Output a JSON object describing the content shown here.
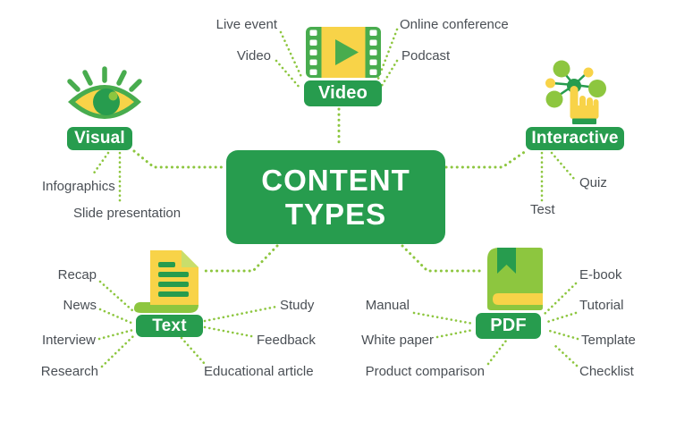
{
  "title": "CONTENT TYPES",
  "center": {
    "line1": "CONTENT",
    "line2": "TYPES"
  },
  "colors": {
    "dark_green": "#279C4E",
    "icon_green": "#48AC4E",
    "light_green": "#8DC63F",
    "yellow": "#F8D348",
    "label_text": "#4A4F55",
    "background": "#FFFFFF"
  },
  "branches": {
    "video": {
      "label": "Video",
      "icon": "film-strip-icon",
      "items": {
        "live_event": "Live event",
        "video": "Video",
        "online_conference": "Online conference",
        "podcast": "Podcast"
      }
    },
    "visual": {
      "label": "Visual",
      "icon": "eye-icon",
      "items": {
        "infographics": "Infographics",
        "slide_presentation": "Slide presentation"
      }
    },
    "interactive": {
      "label": "Interactive",
      "icon": "touch-network-icon",
      "items": {
        "quiz": "Quiz",
        "test": "Test"
      }
    },
    "text": {
      "label": "Text",
      "icon": "document-icon",
      "items": {
        "recap": "Recap",
        "news": "News",
        "interview": "Interview",
        "research": "Research",
        "study": "Study",
        "feedback": "Feedback",
        "educational_article": "Educational article"
      }
    },
    "pdf": {
      "label": "PDF",
      "icon": "book-icon",
      "items": {
        "manual": "Manual",
        "white_paper": "White paper",
        "product_comparison": "Product comparison",
        "ebook": "E-book",
        "tutorial": "Tutorial",
        "template": "Template",
        "checklist": "Checklist"
      }
    }
  }
}
